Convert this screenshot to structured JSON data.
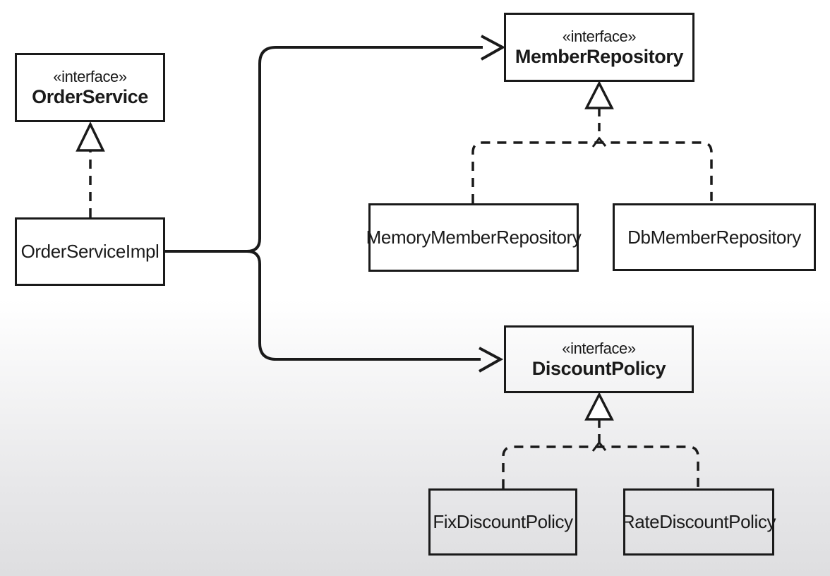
{
  "diagram": {
    "kind": "uml-class-diagram",
    "colors": {
      "line": "#1a1a1a",
      "background_top": "#ffffff",
      "background_bottom": "#dedee0"
    },
    "nodes": {
      "order_service": {
        "stereotype": "«interface»",
        "name": "OrderService"
      },
      "order_service_impl": {
        "name": "OrderServiceImpl"
      },
      "member_repository": {
        "stereotype": "«interface»",
        "name": "MemberRepository"
      },
      "memory_member_repository": {
        "name": "MemoryMemberRepository"
      },
      "db_member_repository": {
        "name": "DbMemberRepository"
      },
      "discount_policy": {
        "stereotype": "«interface»",
        "name": "DiscountPolicy"
      },
      "fix_discount_policy": {
        "name": "FixDiscountPolicy"
      },
      "rate_discount_policy": {
        "name": "RateDiscountPolicy"
      }
    },
    "relationships": [
      {
        "from": "OrderServiceImpl",
        "to": "OrderService",
        "type": "realization"
      },
      {
        "from": "OrderServiceImpl",
        "to": "MemberRepository",
        "type": "association"
      },
      {
        "from": "OrderServiceImpl",
        "to": "DiscountPolicy",
        "type": "association"
      },
      {
        "from": "MemoryMemberRepository",
        "to": "MemberRepository",
        "type": "realization"
      },
      {
        "from": "DbMemberRepository",
        "to": "MemberRepository",
        "type": "realization"
      },
      {
        "from": "FixDiscountPolicy",
        "to": "DiscountPolicy",
        "type": "realization"
      },
      {
        "from": "RateDiscountPolicy",
        "to": "DiscountPolicy",
        "type": "realization"
      }
    ]
  }
}
